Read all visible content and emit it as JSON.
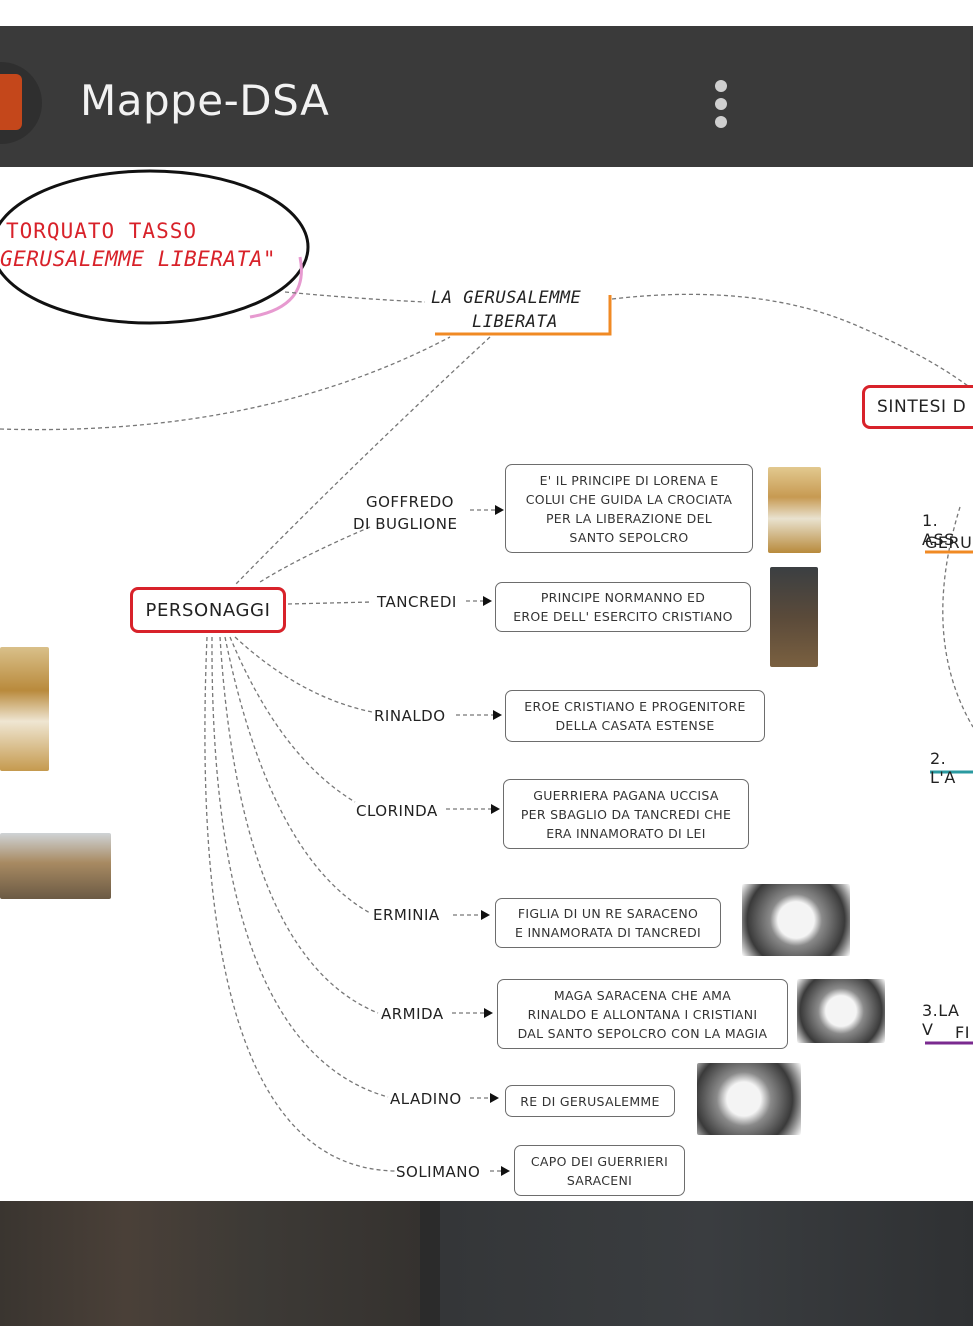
{
  "app": {
    "title": "Mappe-DSA",
    "menu_icon": "more-vert-icon"
  },
  "map": {
    "title_line1": "TORQUATO TASSO",
    "title_line2": "GERUSALEMME LIBERATA\"",
    "central": {
      "line1": "LA GERUSALEMME",
      "line2": "LIBERATA"
    },
    "sintesi": "SINTESI D",
    "personaggi": "PERSONAGGI",
    "characters": [
      {
        "name_line1": "GOFFREDO",
        "name_line2": "DI BUGLIONE",
        "desc": [
          "E' IL PRINCIPE DI LORENA E",
          "COLUI CHE GUIDA LA CROCIATA",
          "PER LA LIBERAZIONE DEL",
          "SANTO SEPOLCRO"
        ]
      },
      {
        "name_line1": "TANCREDI",
        "desc": [
          "PRINCIPE NORMANNO ED",
          "EROE DELL' ESERCITO CRISTIANO"
        ]
      },
      {
        "name_line1": "RINALDO",
        "desc": [
          "EROE CRISTIANO E PROGENITORE",
          "DELLA CASATA ESTENSE"
        ]
      },
      {
        "name_line1": "CLORINDA",
        "desc": [
          "GUERRIERA PAGANA UCCISA",
          "PER SBAGLIO DA TANCREDI CHE",
          "ERA INNAMORATO DI LEI"
        ]
      },
      {
        "name_line1": "ERMINIA",
        "desc": [
          "FIGLIA DI UN RE  SARACENO",
          "E INNAMORATA DI TANCREDI"
        ]
      },
      {
        "name_line1": "ARMIDA",
        "desc": [
          "MAGA SARACENA CHE AMA",
          "RINALDO E ALLONTANA I CRISTIANI",
          "DAL SANTO SEPOLCRO CON LA MAGIA"
        ]
      },
      {
        "name_line1": "ALADINO",
        "desc": [
          "RE DI GERUSALEMME"
        ]
      },
      {
        "name_line1": "SOLIMANO",
        "desc": [
          "CAPO DEI GUERRIERI",
          "SARACENI"
        ]
      }
    ],
    "right_items": [
      {
        "line1": "1. ASS",
        "line2": "GERUS"
      },
      {
        "line1": "2. L'A"
      },
      {
        "line1": "3.LA V",
        "line2": "FI"
      }
    ],
    "colors": {
      "red_border": "#d8222a",
      "orange": "#f08a24",
      "teal": "#2a9aa0",
      "purple": "#7a2a8f"
    }
  }
}
